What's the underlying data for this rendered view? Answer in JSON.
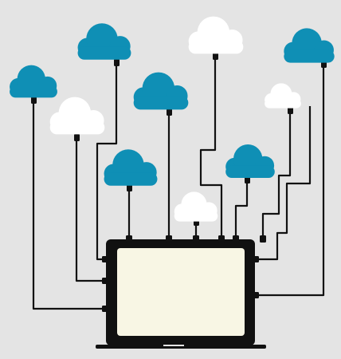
{
  "colors": {
    "background": "#e4e4e4",
    "cloud_blue": "#0f8fb5",
    "cloud_white": "#ffffff",
    "device_frame": "#111111",
    "screen": "#f8f6e4",
    "cable": "#111111"
  },
  "scene": {
    "subject": "laptop-connected-to-clouds",
    "cloud_count": 10,
    "blue_clouds": 6,
    "white_clouds": 4,
    "icons": [
      "cloud-icon",
      "laptop-icon",
      "cable-connector-icon"
    ]
  }
}
